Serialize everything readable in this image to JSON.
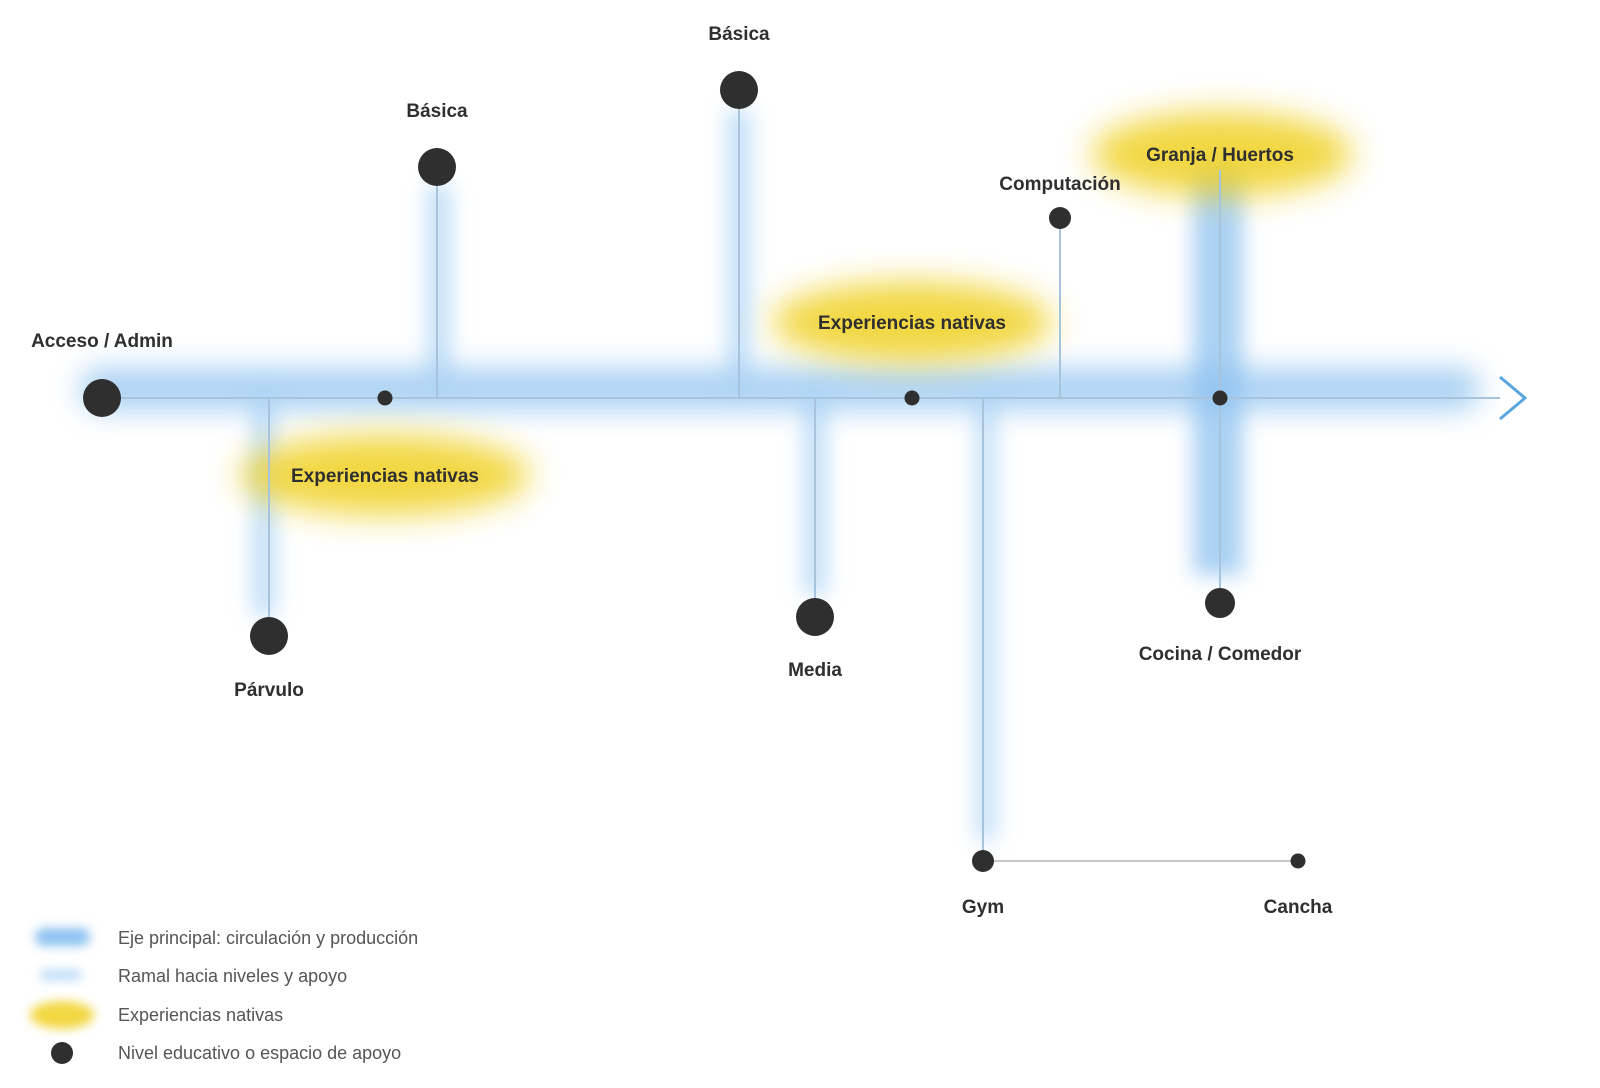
{
  "colors": {
    "axis_glow": "#8ec2f0",
    "branch_glow": "#a9d2f5",
    "line": "#a8c4dc",
    "native_glow": "#f0d020",
    "node": "#2f2f2f",
    "arrow": "#5aa6de",
    "gym_link": "#c8c8c8",
    "label": "#2f2f2f",
    "legend_text": "#555555"
  },
  "nodes": {
    "access": {
      "label": "Acceso / Admin",
      "size": "large"
    },
    "parvulo": {
      "label": "Párvulo",
      "size": "large"
    },
    "basica_1": {
      "label": "Básica",
      "size": "large"
    },
    "basica_2": {
      "label": "Básica",
      "size": "large"
    },
    "media": {
      "label": "Media",
      "size": "large"
    },
    "computacion": {
      "label": "Computación",
      "size": "small"
    },
    "granja": {
      "label": "Granja / Huertos",
      "size": "none"
    },
    "cocina": {
      "label": "Cocina / Comedor",
      "size": "medium"
    },
    "gym": {
      "label": "Gym",
      "size": "small"
    },
    "cancha": {
      "label": "Cancha",
      "size": "small"
    }
  },
  "native_experiences": [
    {
      "label": "Experiencias nativas"
    },
    {
      "label": "Experiencias nativas"
    },
    {
      "label": "Granja / Huertos"
    }
  ],
  "legend": {
    "items": [
      {
        "icon": "main-axis-swatch-icon",
        "text": "Eje principal: circulación y producción"
      },
      {
        "icon": "branch-swatch-icon",
        "text": "Ramal hacia niveles y apoyo"
      },
      {
        "icon": "native-experience-swatch-icon",
        "text": "Experiencias nativas"
      },
      {
        "icon": "node-dot-icon",
        "text": "Nivel educativo o espacio de apoyo"
      }
    ]
  }
}
